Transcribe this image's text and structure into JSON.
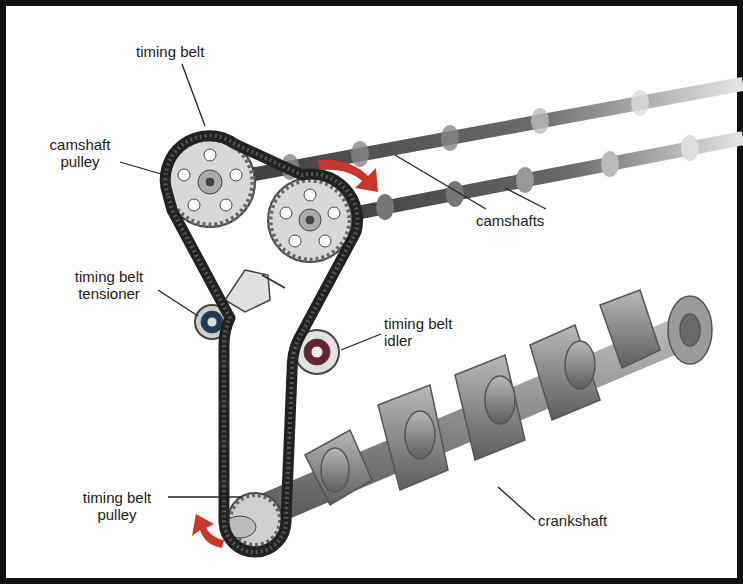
{
  "diagram": {
    "labels": [
      "timing belt",
      "camshaft pulley",
      "timing belt tensioner",
      "camshafts",
      "timing belt idler",
      "timing belt pulley",
      "crankshaft"
    ]
  }
}
